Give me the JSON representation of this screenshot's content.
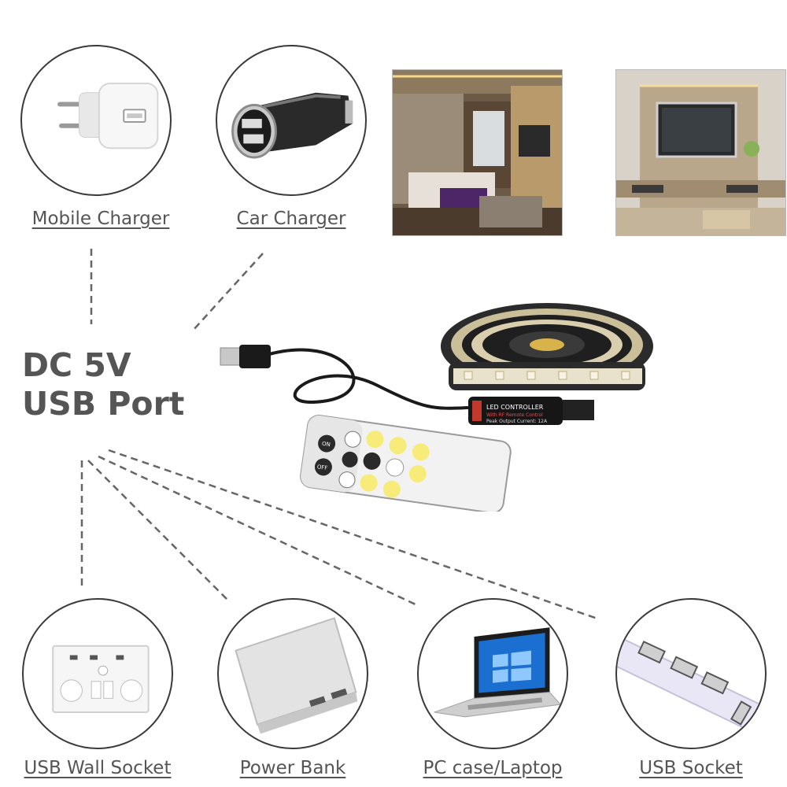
{
  "headline": {
    "line1": "DC 5V",
    "line2": "USB Port"
  },
  "sources": [
    {
      "label": "Mobile Charger",
      "icon": "wall-charger-icon"
    },
    {
      "label": "Car Charger",
      "icon": "car-charger-icon"
    },
    {
      "label": "USB Wall Socket",
      "icon": "wall-socket-icon"
    },
    {
      "label": "Power Bank",
      "icon": "power-bank-icon"
    },
    {
      "label": "PC case/Laptop",
      "icon": "laptop-icon"
    },
    {
      "label": "USB Socket",
      "icon": "usb-hub-icon"
    }
  ],
  "controller": {
    "line1": "LED CONTROLLER",
    "line2": "With RF Remote Control",
    "line3": "Peak Output Current: 12A"
  },
  "remote": {
    "btn_on": "ON",
    "btn_off": "OFF"
  },
  "colors": {
    "text": "#555555",
    "outline": "#3a3a3a",
    "dash": "#666666"
  }
}
